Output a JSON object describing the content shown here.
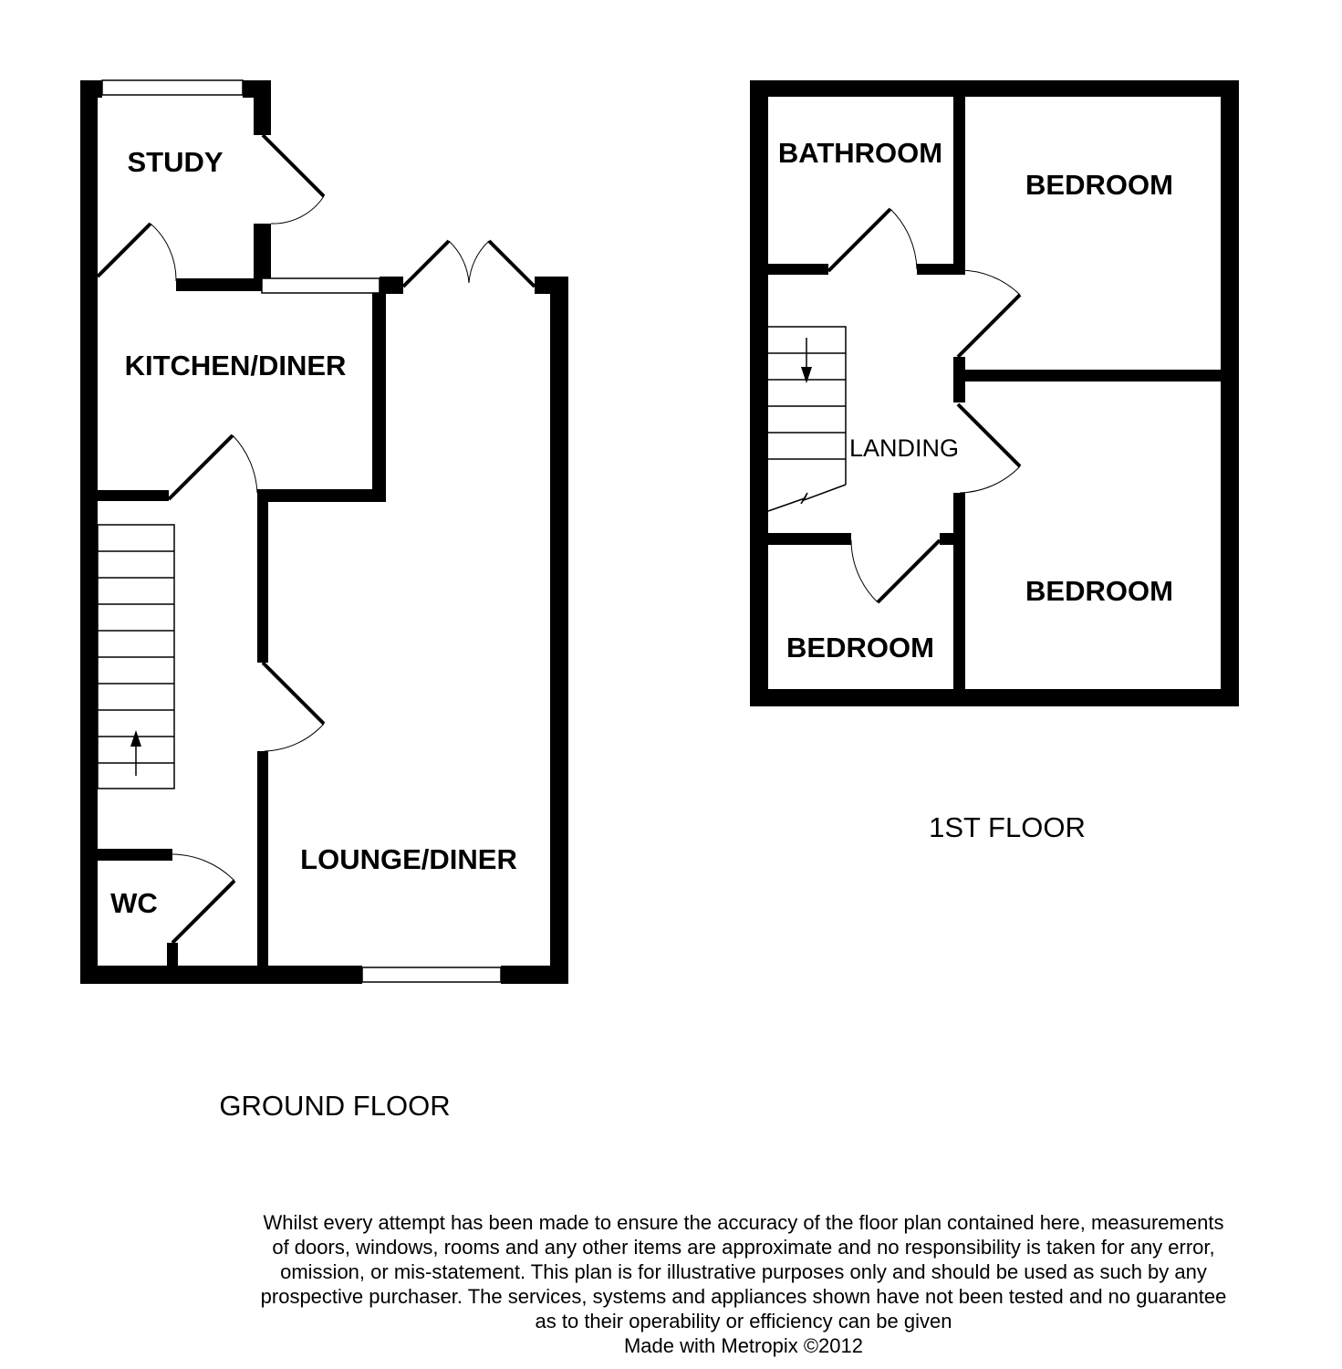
{
  "ground_floor": {
    "title": "GROUND FLOOR",
    "rooms": {
      "study": "STUDY",
      "kitchen": "KITCHEN/DINER",
      "lounge": "LOUNGE/DINER",
      "wc": "WC"
    }
  },
  "first_floor": {
    "title": "1ST FLOOR",
    "rooms": {
      "bathroom": "BATHROOM",
      "bedroom_1": "BEDROOM",
      "bedroom_2": "BEDROOM",
      "bedroom_3": "BEDROOM",
      "landing": "LANDING"
    }
  },
  "disclaimer": {
    "lines": [
      "Whilst every attempt has been made to ensure the accuracy of the floor plan contained here, measurements",
      "of doors, windows, rooms and any other items are approximate and no responsibility is taken for any error,",
      "omission, or mis-statement. This plan is for illustrative purposes only and should be used as such by any",
      "prospective purchaser. The services, systems and appliances shown have not been tested and no guarantee",
      "as to their operability or efficiency can be given"
    ],
    "credit": "Made with Metropix ©2012"
  }
}
